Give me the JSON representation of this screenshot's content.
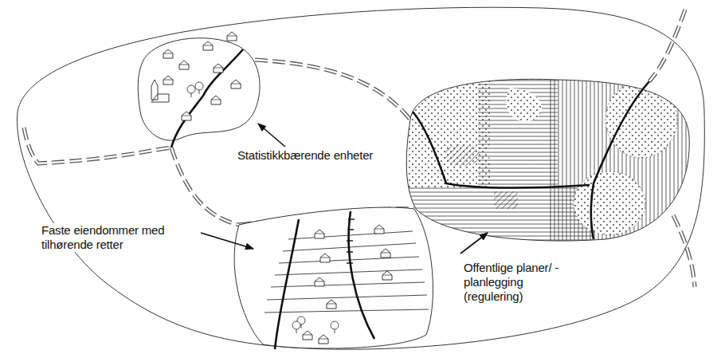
{
  "diagram": {
    "labels": [
      "Statistikkbærende enheter",
      "Faste eiendommer med tilhørende retter",
      "Offentlige planer/ -planlegging (regulering)"
    ]
  }
}
